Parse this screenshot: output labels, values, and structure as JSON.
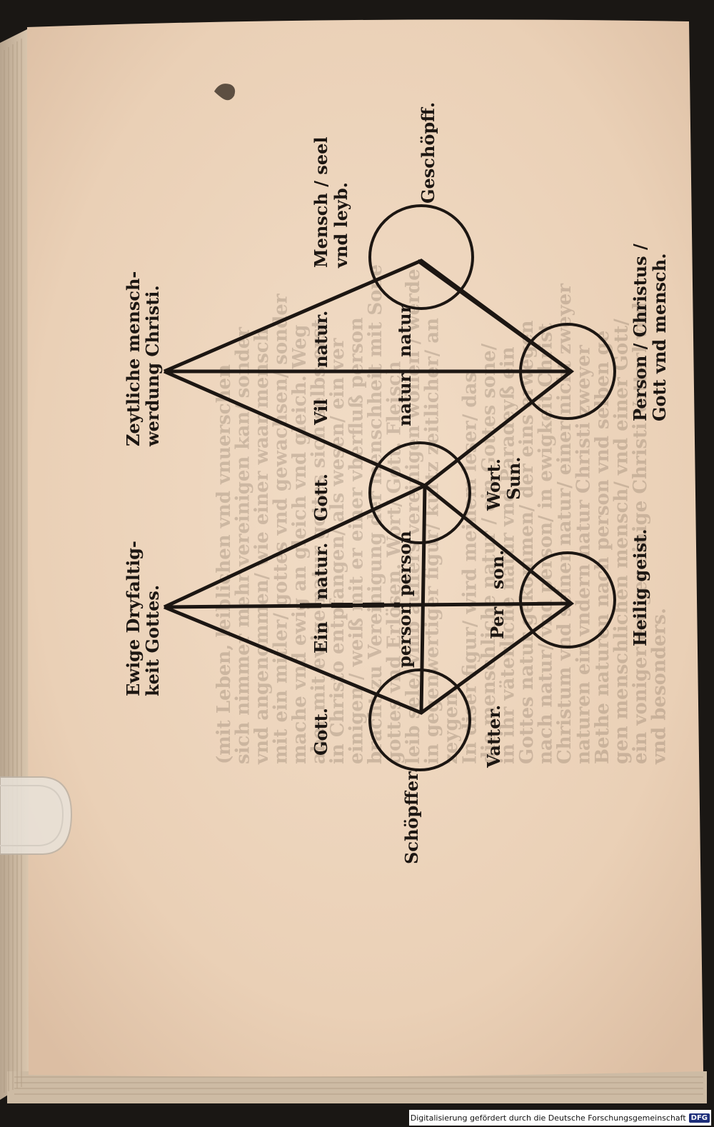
{
  "labels": {
    "ewige": [
      "Ewige Dryfaltig-",
      "keit Gottes."
    ],
    "zeytliche": [
      "Zeytliche mensch-",
      "werdung Christi."
    ],
    "gott_left": "Gott.",
    "ein": "Ein",
    "natur_left": "natur.",
    "gott_mid": "Gott.",
    "person_left": "person",
    "person_mid": "person",
    "per": "Per",
    "son": "son.",
    "wort": "Wort.",
    "sun": "Sun.",
    "vil": "Vil",
    "natur_a": "natur.",
    "natur_b": "natur",
    "natur_c": "natur",
    "mensch": [
      "Mensch / seel",
      "vnd leyb."
    ],
    "geschopff": "Geschöpff.",
    "person_christus": [
      "Person / Christus /",
      "Gott vnd mensch."
    ],
    "heilig_geist": "Heilig geist.",
    "vatter": "Vatter.",
    "schopffer": "Schöpffer."
  },
  "bleed_text": [
    "(mit Leben, leiblichen vnd vnuerschen",
    "sich nimmer mehr vereinigen kan/ sonder",
    "vnd angenommen/ wie einer waar mensch",
    "mit ein mitler/ gottes vnd gewachsen/ sonder",
    "mache vnd ewig an gleich vnd gleich. Weg",
    "aber mit ewige natur gottes sich selbs erst",
    "in Christo entpfangen/ als wesen/ ein ver",
    "einigen / weiß mit er einer vberfluß person",
    "bracht zu Vereinigung der menschheit mit Sone",
    "gottes vnd Erlösen. Wort/ Gott. Fleisch",
    "leib sele/ vmb auffers vereinigen wöllen / werde",
    "in gegenwertiger figur/ kurtz zeitlicher/ an",
    "zeygen.",
    "In diser figur/ wird meinem leser/ das",
    "die menschliche natur / ein Gottes sone/",
    "in ihr väterliche natur vnd Paradeyß ein",
    "Gottes natur gekommen/ der eins erwegen",
    "nach natur/ vnd person/ in ewigkeit Christ",
    "Christum vnd seiner natur/ einer nicht zweyer",
    "naturen ein vndern natur Christi zweyer",
    "Bethe naturen nach person vnd selben ge",
    "gen menschlichen mensch/ vnd einer Gott/",
    "ein voniger ewiger einige Christi Vatterl vnd",
    "vnd besonders."
  ],
  "footer": {
    "text": "Digitalisierung gefördert durch die Deutsche Forschungsgemeinschaft",
    "logo": "DFG"
  }
}
